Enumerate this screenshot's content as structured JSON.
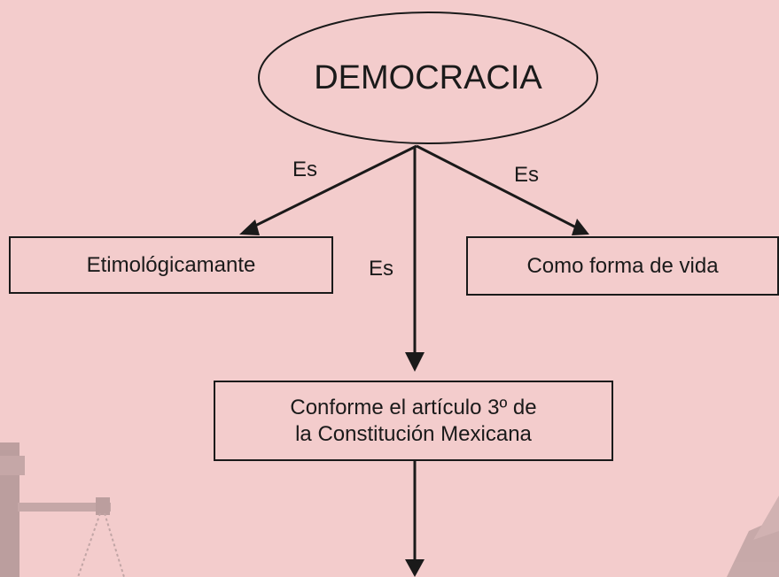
{
  "diagram": {
    "root": "DEMOCRACIA",
    "edge_labels": {
      "left": "Es",
      "center": "Es",
      "right": "Es"
    },
    "nodes": {
      "etimologico": "Etimológicamante",
      "forma_vida": "Como forma de vida",
      "constitucion_line1": "Conforme el artículo 3º de",
      "constitucion_line2": "la Constitución Mexicana"
    }
  },
  "colors": {
    "background": "#f3cccc",
    "stroke": "#1a1a1a",
    "decoration": "#b89a9a"
  }
}
